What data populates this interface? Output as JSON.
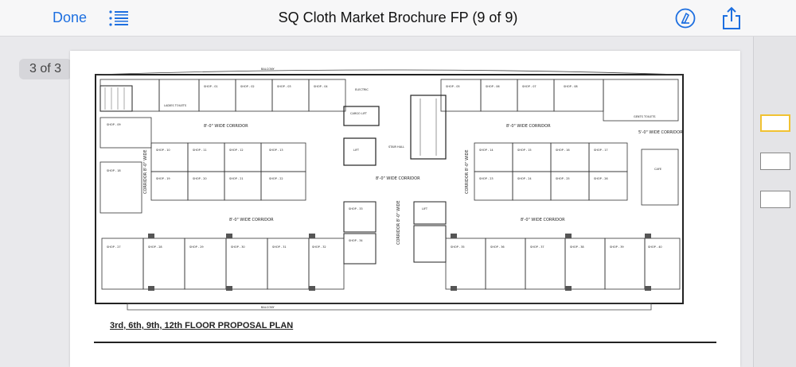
{
  "toolbar": {
    "done_label": "Done",
    "title": "SQ Cloth Market Brochure FP (9 of 9)"
  },
  "page_indicator": "3 of 3",
  "plan": {
    "caption": "3rd, 6th, 9th, 12th FLOOR PROPOSAL PLAN",
    "corridors": {
      "top_left": "8'-0\" WIDE CORRIDOR",
      "top_right": "8'-0\" WIDE CORRIDOR",
      "middle": "8'-0\" WIDE CORRIDOR",
      "bottom_left": "8'-0\" WIDE CORRIDOR",
      "bottom_right": "8'-0\" WIDE CORRIDOR",
      "right_small": "5'-0\" WIDE CORRIDOR",
      "left_vertical": "CORRIDOR 8'-0\" WIDE",
      "right_vertical": "CORRIDOR 8'-0\" WIDE",
      "center_vertical": "CORRIDOR 8'-0\" WIDE"
    },
    "labels": {
      "ladies_toilets": "LADIES TOILETS",
      "gents_toilets": "GENTS TOILETS",
      "stair_hall": "STAIR HALL",
      "cargo_lift": "CARGO LIFT",
      "lift": "LIFT",
      "electric": "ELECTRIC",
      "cafe": "CAFE",
      "balcony": "BALCONY"
    },
    "shops_top": [
      "SHOP - 01",
      "SHOP - 02",
      "SHOP - 03",
      "SHOP - 04",
      "SHOP - 05",
      "SHOP - 06",
      "SHOP - 07",
      "SHOP - 08"
    ],
    "shops_mid_left": [
      "SHOP - 10",
      "SHOP - 11",
      "SHOP - 12",
      "SHOP - 13"
    ],
    "shops_mid_left2": [
      "SHOP - 19",
      "SHOP - 20",
      "SHOP - 21",
      "SHOP - 22"
    ],
    "shops_mid_right": [
      "SHOP - 14",
      "SHOP - 15",
      "SHOP - 16",
      "SHOP - 17"
    ],
    "shops_mid_right2": [
      "SHOP - 23",
      "SHOP - 24",
      "SHOP - 25",
      "SHOP - 26"
    ],
    "shops_bottom_left": [
      "SHOP - 27",
      "SHOP - 28",
      "SHOP - 29",
      "SHOP - 30",
      "SHOP - 31",
      "SHOP - 32"
    ],
    "shops_bottom_right": [
      "SHOP - 35",
      "SHOP - 36",
      "SHOP - 37",
      "SHOP - 38",
      "SHOP - 39",
      "SHOP - 40"
    ],
    "shops_center": [
      "SHOP - 33",
      "SHOP - 34"
    ],
    "shop_left_top": "SHOP - 09",
    "shop_left_mid": "SHOP - 18"
  }
}
